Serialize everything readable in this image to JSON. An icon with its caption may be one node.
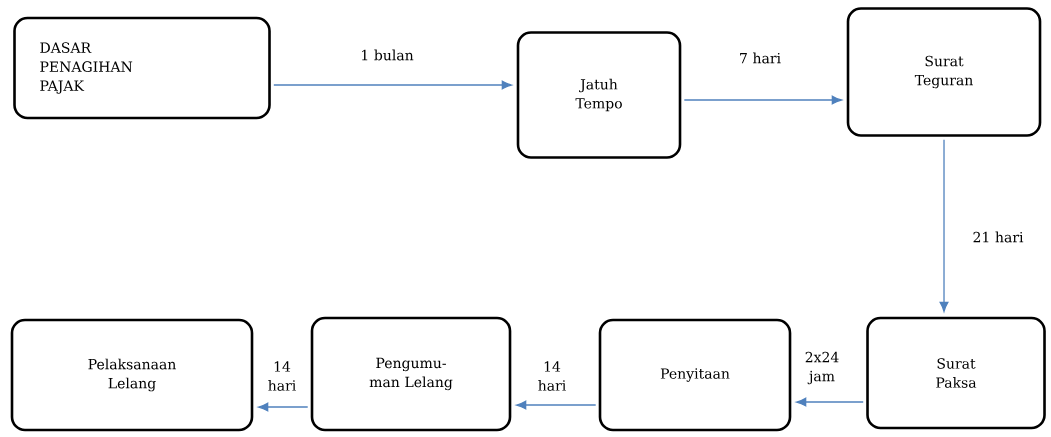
{
  "diagram": {
    "nodes": [
      {
        "text": [
          "DASAR PENAGIHAN PAJAK"
        ]
      },
      {
        "text": [
          "Jatuh Tempo"
        ]
      },
      {
        "text": [
          "Surat Teguran"
        ]
      },
      {
        "text": [
          "Surat Paksa"
        ]
      },
      {
        "text": [
          "Penyitaan"
        ]
      },
      {
        "text": [
          "Pengumu- man Lelang"
        ]
      },
      {
        "text": [
          "Pelaksanaan Lelang"
        ]
      }
    ],
    "edges": [
      {
        "from": 0,
        "to": 1,
        "arrow": "to",
        "label": "1 bulan"
      },
      {
        "from": 1,
        "to": 2,
        "arrow": "to",
        "label": "7 hari"
      },
      {
        "from": 2,
        "to": 3,
        "arrow": "to",
        "label": "21 hari"
      },
      {
        "from": 3,
        "to": 4,
        "arrow": "to",
        "label": "2x24 jam"
      },
      {
        "from": 4,
        "to": 5,
        "arrow": "to",
        "label": "14 hari"
      },
      {
        "from": 5,
        "to": 6,
        "arrow": "to",
        "label": "14 hari"
      }
    ]
  }
}
